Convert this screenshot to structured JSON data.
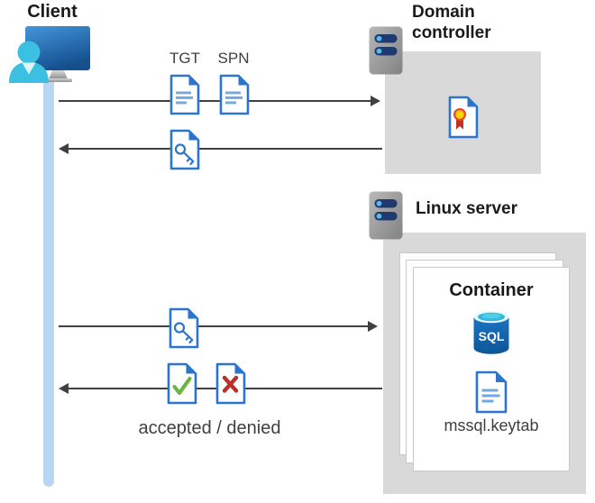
{
  "client": {
    "label": "Client"
  },
  "flow_labels": {
    "tgt": "TGT",
    "spn": "SPN",
    "accepted_denied": "accepted / denied"
  },
  "domain_controller": {
    "label": "Domain controller"
  },
  "linux_server": {
    "label": "Linux server",
    "container": {
      "title": "Container",
      "sql_badge": "SQL",
      "keytab_file": "mssql.keytab"
    }
  },
  "colors": {
    "box_gray": "#d9d9d9",
    "card_border": "#c9c9c9",
    "doc_blue": "#2b76cc",
    "doc_line_blue": "#74a9dd",
    "arrow_gray": "#404040",
    "lifeline_blue": "#b9d7f5",
    "person_cyan": "#3bc0e2",
    "check_green": "#6fb344",
    "cross_red": "#b8312b",
    "seal_yellow": "#ffd400",
    "seal_red": "#e8492f",
    "server_bar_navy": "#1e3a6e",
    "sql_body_blue": "#1268b3"
  }
}
